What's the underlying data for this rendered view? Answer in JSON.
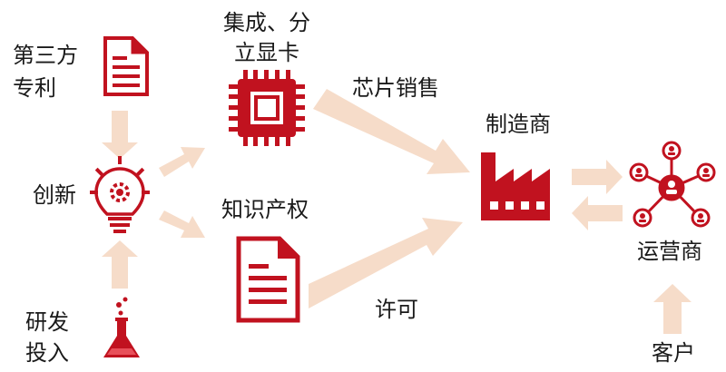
{
  "nodes": {
    "third_party_patent": [
      "第三方",
      "专利"
    ],
    "integrated_gpu": [
      "集成、分",
      "立显卡"
    ],
    "innovation": "创新",
    "ip": "知识产权",
    "rnd": [
      "研发",
      "投入"
    ],
    "manufacturer": "制造商",
    "operator": "运营商",
    "customer": "客户"
  },
  "edges": {
    "chip_sales": "芯片销售",
    "license": "许可"
  },
  "colors": {
    "accent": "#c1121f",
    "arrow_fill": "#f6dcc9",
    "text": "#1a1a1a"
  },
  "icons": [
    "document-icon",
    "chip-icon",
    "lightbulb-gear-icon",
    "document-icon",
    "flask-icon",
    "factory-icon",
    "network-icon"
  ]
}
